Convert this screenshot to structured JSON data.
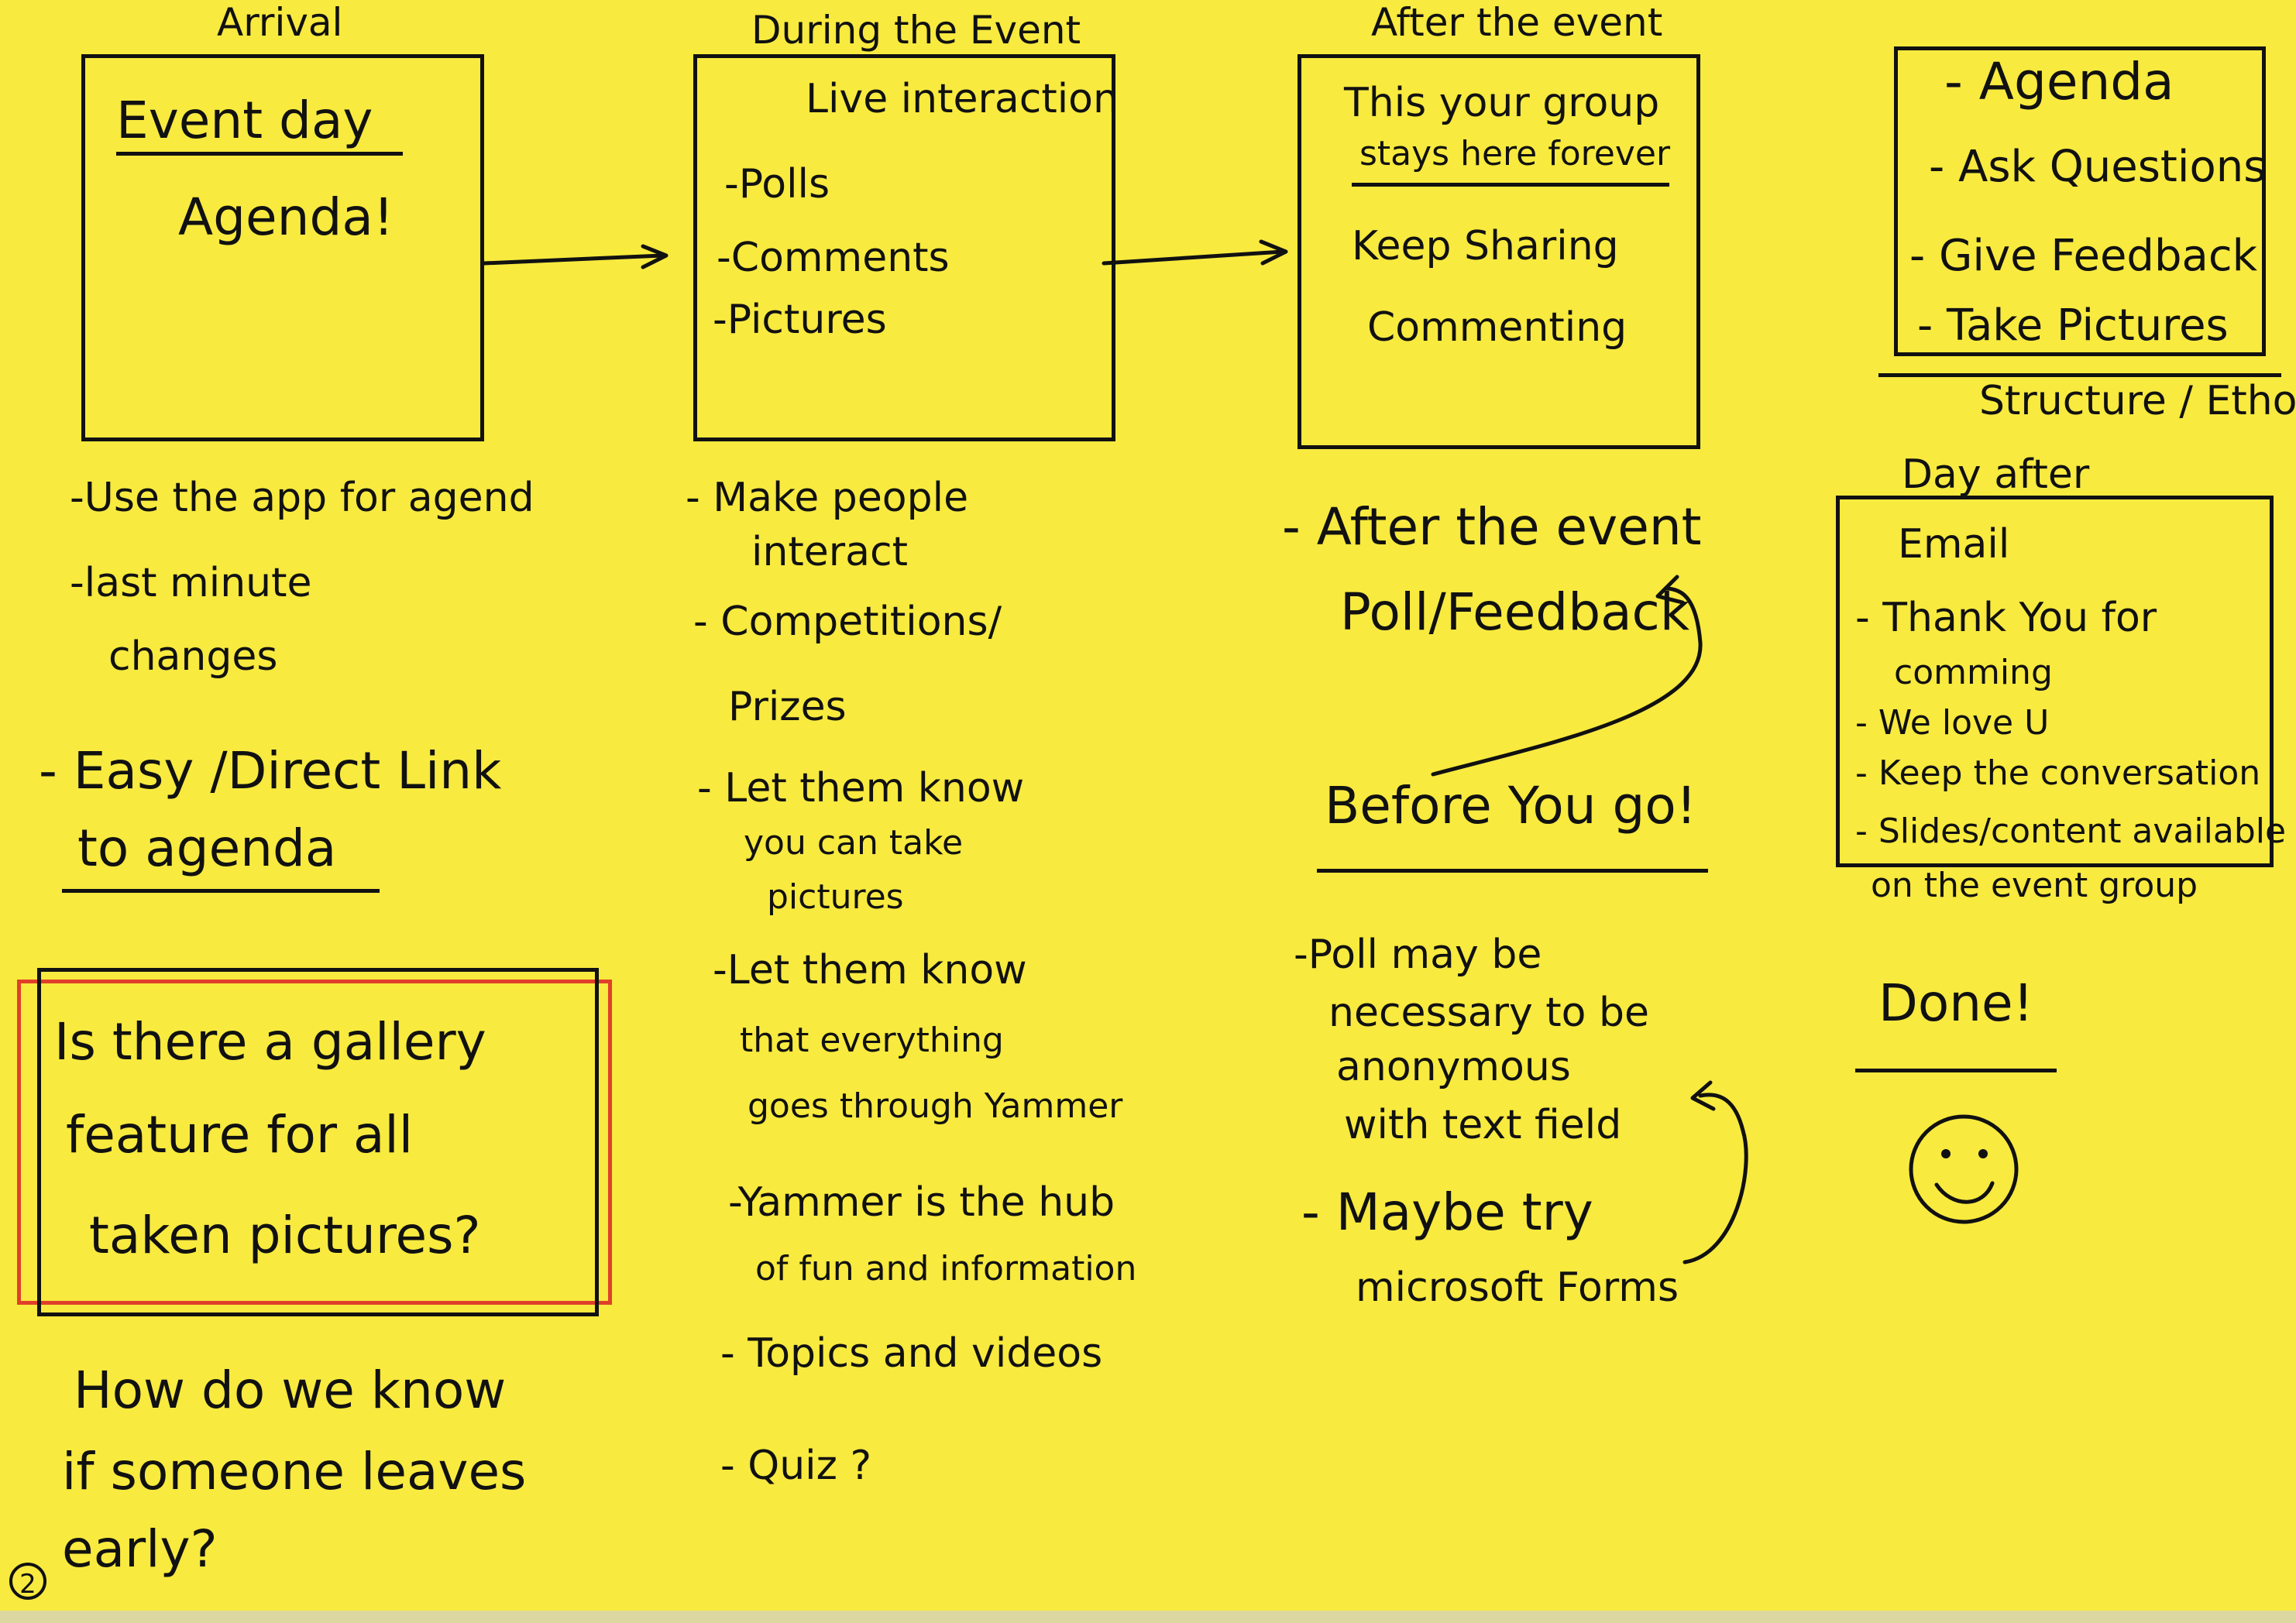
{
  "columns": {
    "arrival": {
      "title": "Arrival",
      "box": {
        "title": "Event day",
        "subtitle": "Agenda!"
      },
      "items": [
        "-Use the app for agend",
        "-last minute",
        "changes",
        "- Easy /Direct Link",
        "to agenda"
      ]
    },
    "during": {
      "title": "During the Event",
      "box": {
        "header": "Live interaction",
        "items": [
          "-Polls",
          "-Comments",
          "-Pictures"
        ]
      },
      "items": [
        "- Make people",
        "interact",
        "- Competitions/",
        "Prizes",
        "- Let them know",
        "you can take",
        "pictures",
        "-Let them know",
        "that everything",
        "goes through Yammer",
        "-Yammer is the hub",
        "of fun and information",
        "- Topics and videos",
        "- Quiz ?"
      ]
    },
    "after": {
      "title": "After the event",
      "box": {
        "text1": "This your group",
        "text2": "stays here forever",
        "text3": "Keep Sharing",
        "text4": "Commenting"
      },
      "items": [
        "- After the event",
        "Poll/Feedback"
      ],
      "before_you_go": "Before You go!",
      "notes": [
        "-Poll may be",
        "necessary to be",
        "anonymous",
        "with text field",
        "- Maybe try",
        "microsoft Forms"
      ]
    },
    "structure": {
      "box_items": [
        "- Agenda",
        "- Ask Questions",
        "- Give Feedback",
        "- Take Pictures"
      ],
      "label": "Structure / Ethos"
    },
    "day_after": {
      "title": "Day after",
      "box": {
        "header": "Email",
        "items": [
          "- Thank You for",
          "comming",
          "- We love U",
          "- Keep the conversation",
          "- Slides/content available"
        ]
      },
      "footer": "on the event group",
      "done": "Done!"
    }
  },
  "gallery_question": [
    "Is there a gallery",
    "feature for all",
    "taken pictures?"
  ],
  "question": [
    "How do we know",
    "if someone leaves",
    "early?"
  ],
  "page_number": "2",
  "colors": {
    "paper": "#f8ea3f",
    "ink": "#111111",
    "highlight": "#e0402a"
  }
}
